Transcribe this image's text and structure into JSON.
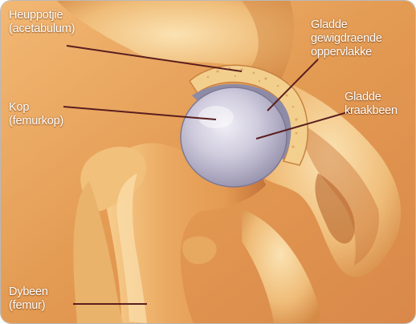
{
  "labels": {
    "hip_socket": {
      "line1": "Heuppotjie",
      "line2": "(acetabulum)"
    },
    "femoral_head": {
      "line1": "Kop",
      "line2": "(femurkop)"
    },
    "smooth_surface": {
      "line1": "Gladde",
      "line2": "gewigdraende",
      "line3": "oppervlakke"
    },
    "cartilage": {
      "line1": "Gladde",
      "line2": "kraakbeen"
    },
    "femur": {
      "line1": "Dybeen",
      "line2": "(femur)"
    }
  },
  "colors": {
    "background": "#e8a45a",
    "bone_light": "#f7d59c",
    "bone_mid": "#eab06a",
    "bone_shadow": "#b8652a",
    "femoral_head": "#b9b6cc",
    "cartilage_band": "#8e8ba6",
    "label_text": "#ffffff",
    "leader_line": "#5a1e1e"
  }
}
